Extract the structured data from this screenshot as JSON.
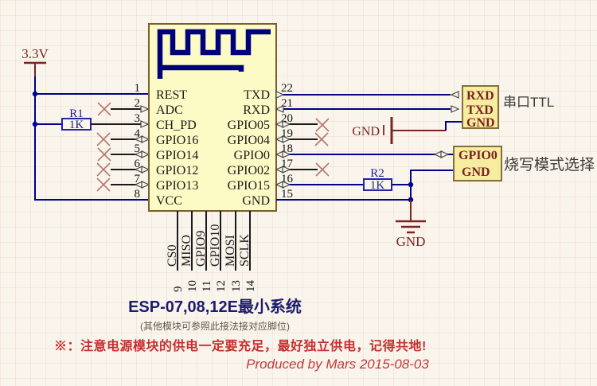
{
  "power": {
    "vcc_label": "3.3V",
    "serial_gnd_label": "GND",
    "main_gnd_label": "GND"
  },
  "chip": {
    "left_pins": [
      {
        "num": "1",
        "name": "REST"
      },
      {
        "num": "2",
        "name": "ADC"
      },
      {
        "num": "3",
        "name": "CH_PD"
      },
      {
        "num": "4",
        "name": "GPIO16"
      },
      {
        "num": "5",
        "name": "GPIO14"
      },
      {
        "num": "6",
        "name": "GPIO12"
      },
      {
        "num": "7",
        "name": "GPIO13"
      },
      {
        "num": "8",
        "name": "VCC"
      }
    ],
    "right_pins": [
      {
        "num": "22",
        "name": "TXD"
      },
      {
        "num": "21",
        "name": "RXD"
      },
      {
        "num": "20",
        "name": "GPIO05"
      },
      {
        "num": "19",
        "name": "GPIO04"
      },
      {
        "num": "18",
        "name": "GPIO0"
      },
      {
        "num": "17",
        "name": "GPIO02"
      },
      {
        "num": "16",
        "name": "GPIO15"
      },
      {
        "num": "15",
        "name": "GND"
      }
    ],
    "bottom_pins": [
      {
        "num": "9",
        "name": "CS0"
      },
      {
        "num": "10",
        "name": "MISO"
      },
      {
        "num": "11",
        "name": "GPIO9"
      },
      {
        "num": "12",
        "name": "GPIO10"
      },
      {
        "num": "13",
        "name": "MOSI"
      },
      {
        "num": "14",
        "name": "SCLK"
      }
    ]
  },
  "resistors": {
    "r1": {
      "ref": "R1",
      "value": "1K"
    },
    "r2": {
      "ref": "R2",
      "value": "1K"
    }
  },
  "connectors": {
    "serial": {
      "pin1": "RXD",
      "pin2": "TXD",
      "pin3": "GND",
      "label": "串口TTL"
    },
    "boot": {
      "pin1": "GPIO0",
      "pin2": "GND",
      "label": "烧写模式选择"
    }
  },
  "notes": {
    "title": "ESP-07,08,12E最小系统",
    "subtitle": "(其他模块可参照此接法接对应脚位)",
    "warning": "※：注意电源模块的供电一定要充足，最好独立供电，记得共地!",
    "credit": "Produced by Mars  2015-08-03"
  },
  "colors": {
    "wire": "#00008B",
    "chip_fill": "#FCFAC5",
    "chip_border": "#7A5F2A",
    "power_maroon": "#7C2222",
    "note_red": "#C43030",
    "title_blue": "#1C1C6E",
    "no_connect_x": "#B5756D"
  }
}
